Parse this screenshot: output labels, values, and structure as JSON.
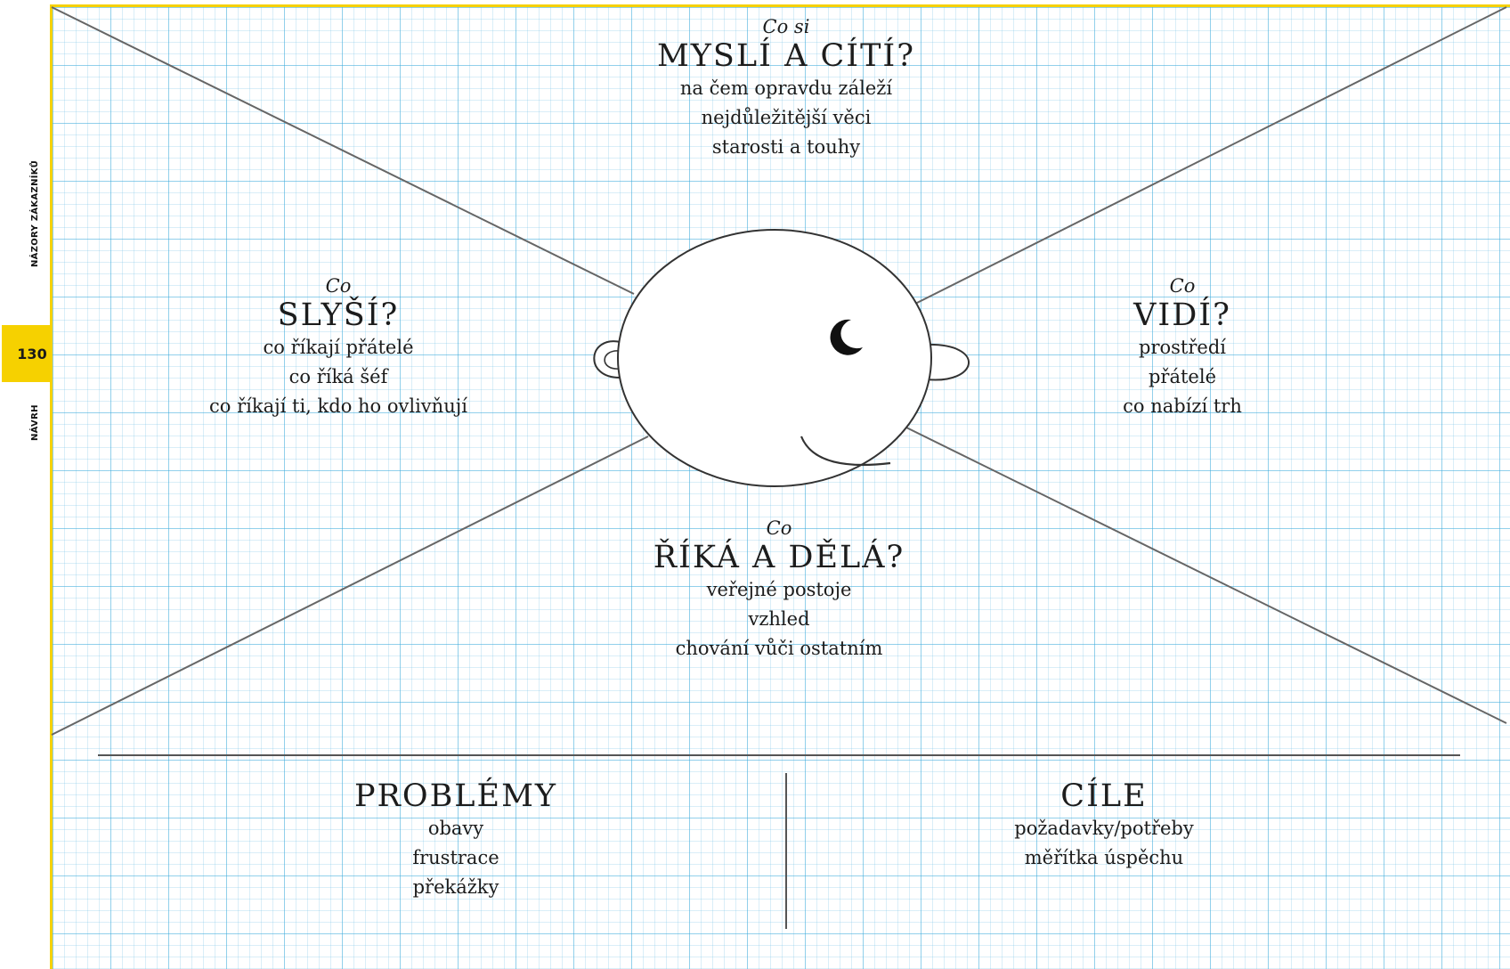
{
  "sidebar": {
    "section_top": "NÁZORY ZÁKAZNÍKŮ",
    "section_bottom": "NÁVRH",
    "page_number": "130"
  },
  "map": {
    "top": {
      "prefix": "Co si",
      "heading": "MYSLÍ A CÍTÍ?",
      "items": [
        "na čem opravdu záleží",
        "nejdůležitější věci",
        "starosti a touhy"
      ]
    },
    "left": {
      "prefix": "Co",
      "heading": "SLYŠÍ?",
      "items": [
        "co říkají přátelé",
        "co říká šéf",
        "co říkají ti, kdo ho ovlivňují"
      ]
    },
    "right": {
      "prefix": "Co",
      "heading": "VIDÍ?",
      "items": [
        "prostředí",
        "přátelé",
        "co nabízí trh"
      ]
    },
    "bottom": {
      "prefix": "Co",
      "heading": "ŘÍKÁ A DĚLÁ?",
      "items": [
        "veřejné postoje",
        "vzhled",
        "chování vůči ostatním"
      ]
    }
  },
  "panels": {
    "pains": {
      "heading": "PROBLÉMY",
      "items": [
        "obavy",
        "frustrace",
        "překážky"
      ]
    },
    "gains": {
      "heading": "CÍLE",
      "items": [
        "požadavky/potřeby",
        "měřítka úspěchu"
      ]
    }
  }
}
